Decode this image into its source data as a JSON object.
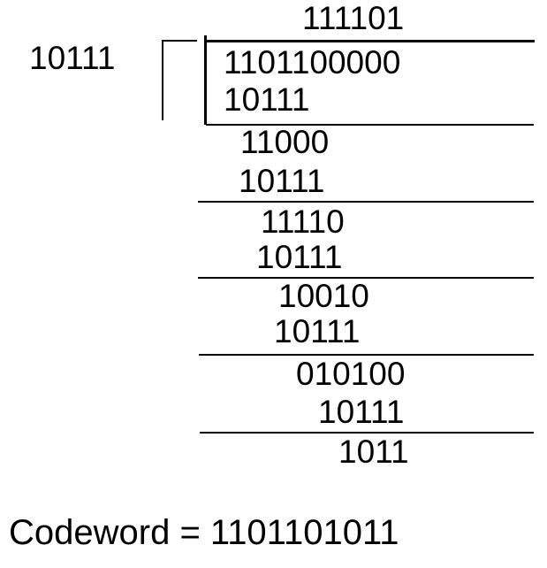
{
  "long_division": {
    "quotient": "111101",
    "divisor": "10111",
    "dividend": "1101100000",
    "work_rows": [
      "10111",
      "11000",
      "10111",
      "11110",
      "10111",
      "10010",
      "10111",
      "010100",
      "10111",
      "1011"
    ],
    "final_remainder": "1011"
  },
  "result": {
    "text": "Codeword = 1101101011",
    "value": "1101101011"
  },
  "colors": {
    "ink": "#000000",
    "background": "#ffffff"
  }
}
